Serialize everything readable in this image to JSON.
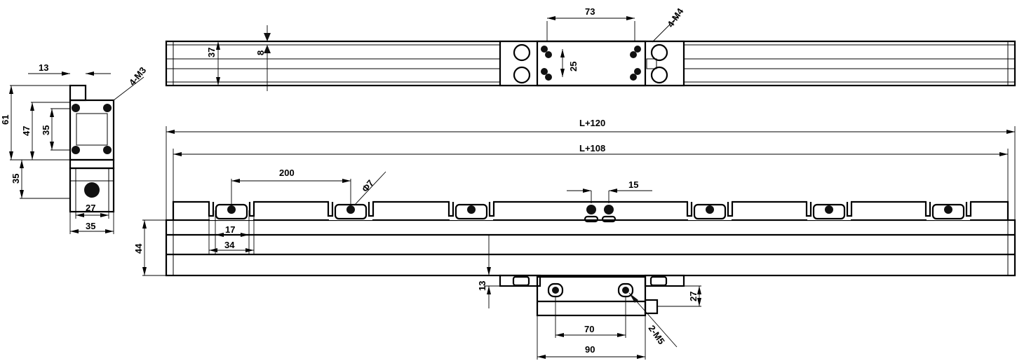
{
  "title": "Linear module dimension drawing",
  "end_view": {
    "dim_13": "13",
    "thread": "4-M3",
    "dim_61": "61",
    "dim_47": "47",
    "dim_35_inner": "35",
    "dim_35_lower": "35",
    "dim_27": "27",
    "dim_35_width": "35"
  },
  "top_view": {
    "dim_37": "37",
    "dim_8": "8",
    "dim_73": "73",
    "thread": "4-M4",
    "dim_25": "25"
  },
  "side_view": {
    "overall_length": "L+120",
    "mount_length": "L+108",
    "dim_200": "200",
    "hole": "Φ7",
    "dim_15": "15",
    "dim_17": "17",
    "dim_34": "34",
    "dim_44": "44",
    "dim_13": "13",
    "dim_27": "27",
    "dim_70": "70",
    "dim_90": "90",
    "thread": "2-M5"
  }
}
